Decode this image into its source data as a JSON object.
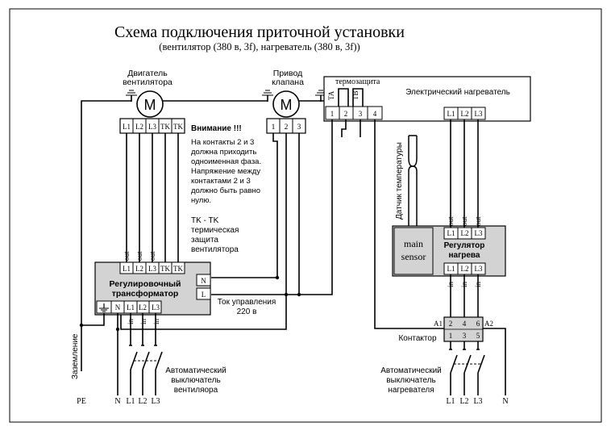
{
  "title": {
    "main": "Схема подключения приточной установки",
    "subtitle": "(вентилятор (380 в, 3f), нагреватель (380 в, 3f))"
  },
  "motor_fan": {
    "label_line1": "Двигатель",
    "label_line2": "вентилятора",
    "symbol": "M",
    "terminals": [
      "L1",
      "L2",
      "L3",
      "TK",
      "TK"
    ]
  },
  "valve": {
    "label_line1": "Привод",
    "label_line2": "клапана",
    "symbol": "M",
    "terminals": [
      "1",
      "2",
      "3"
    ]
  },
  "heater": {
    "label": "Электрический нагреватель",
    "thermo_label": "термозащита",
    "ta": "TA",
    "tb": "TB",
    "terminals": [
      "1",
      "2",
      "3",
      "4"
    ],
    "power_terminals": [
      "L1",
      "L2",
      "L3"
    ]
  },
  "warning": {
    "heading": "Внимание !!!",
    "lines": [
      "На контакты 2 и 3",
      "должна приходить",
      "одноименная фаза.",
      "Напряжение между",
      "контактами 2 и 3",
      "должно быть равно",
      "нулю."
    ]
  },
  "tk_note": {
    "lines": [
      "TK - TK",
      "термическая",
      "защита",
      "вентилятора"
    ]
  },
  "transformer": {
    "label_line1": "Регулировочный",
    "label_line2": "трансформатор",
    "top_terminals": [
      "L1",
      "L2",
      "L3",
      "TK",
      "TK"
    ],
    "out_label": "out",
    "side_terminals": [
      "N",
      "L"
    ],
    "bottom_terminals": [
      "N",
      "L1",
      "L2",
      "L3"
    ],
    "in_label": "in"
  },
  "control_current": {
    "line1": "Ток управления",
    "line2": "220 в"
  },
  "temp_sensor": {
    "label": "Датчик температуры"
  },
  "heat_regulator": {
    "sensor_line1": "main",
    "sensor_line2": "sensor",
    "label_line1": "Регулятор",
    "label_line2": "нагрева",
    "top_terminals": [
      "L1",
      "L2",
      "L3"
    ],
    "bottom_terminals": [
      "L1",
      "L2",
      "L3"
    ],
    "out_label": "out",
    "in_label": "in"
  },
  "contactor": {
    "label": "Контактор",
    "a1": "A1",
    "a2": "A2",
    "top_terminals": [
      "2",
      "4",
      "6"
    ],
    "bottom_terminals": [
      "1",
      "3",
      "5"
    ]
  },
  "breaker_fan": {
    "line1": "Автоматичеcкий",
    "line2": "выключатель",
    "line3": "вентиляора"
  },
  "breaker_heater": {
    "line1": "Автоматичеcкий",
    "line2": "выключатель",
    "line3": "нагревателя"
  },
  "ground": {
    "label": "Заземление"
  },
  "bottom_labels_fan": [
    "PE",
    "N",
    "L1",
    "L2",
    "L3"
  ],
  "bottom_labels_heater": [
    "L1",
    "L2",
    "L3",
    "N"
  ]
}
